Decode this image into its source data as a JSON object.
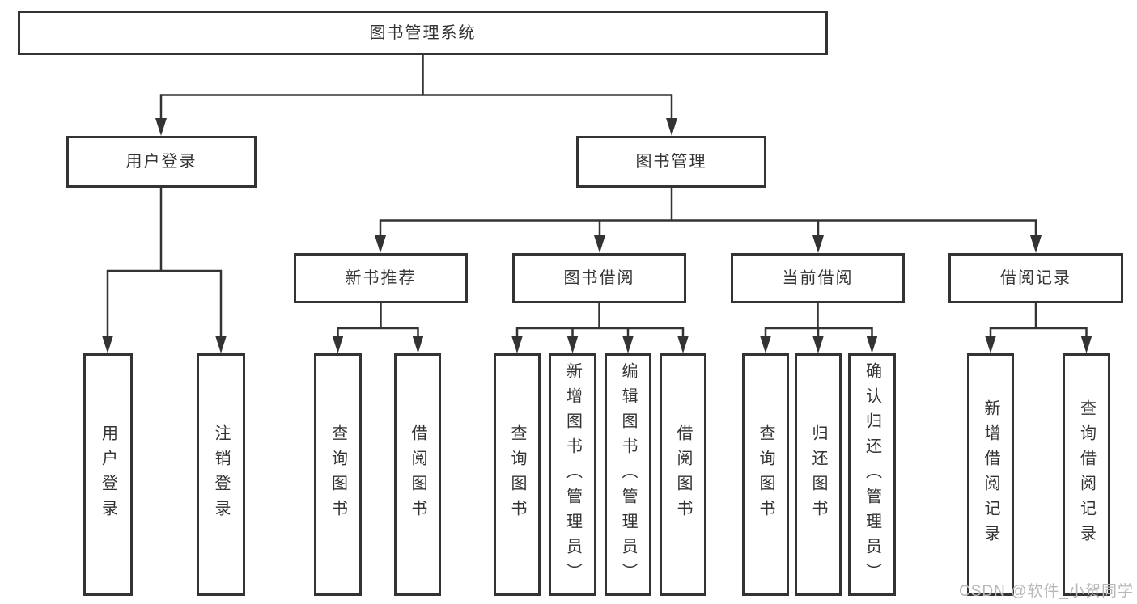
{
  "root": {
    "label": "图书管理系统"
  },
  "branches": {
    "user_login": {
      "label": "用户登录",
      "leaves": [
        "用户登录",
        "注销登录"
      ]
    },
    "book_management": {
      "label": "图书管理",
      "sections": [
        {
          "label": "新书推荐",
          "leaves": [
            "查询图书",
            "借阅图书"
          ]
        },
        {
          "label": "图书借阅",
          "leaves": [
            "查询图书",
            "新增图书（管理员）",
            "编辑图书（管理员）",
            "借阅图书"
          ]
        },
        {
          "label": "当前借阅",
          "leaves": [
            "查询图书",
            "归还图书",
            "确认归还（管理员）"
          ]
        },
        {
          "label": "借阅记录",
          "leaves": [
            "新增借阅记录",
            "查询借阅记录"
          ]
        }
      ]
    }
  },
  "watermark": "CSDN @软件_小贺同学",
  "colors": {
    "line": "#333333",
    "box_border": "#333333",
    "text": "#333333",
    "background": "#ffffff",
    "watermark": "#b8b8b8"
  }
}
